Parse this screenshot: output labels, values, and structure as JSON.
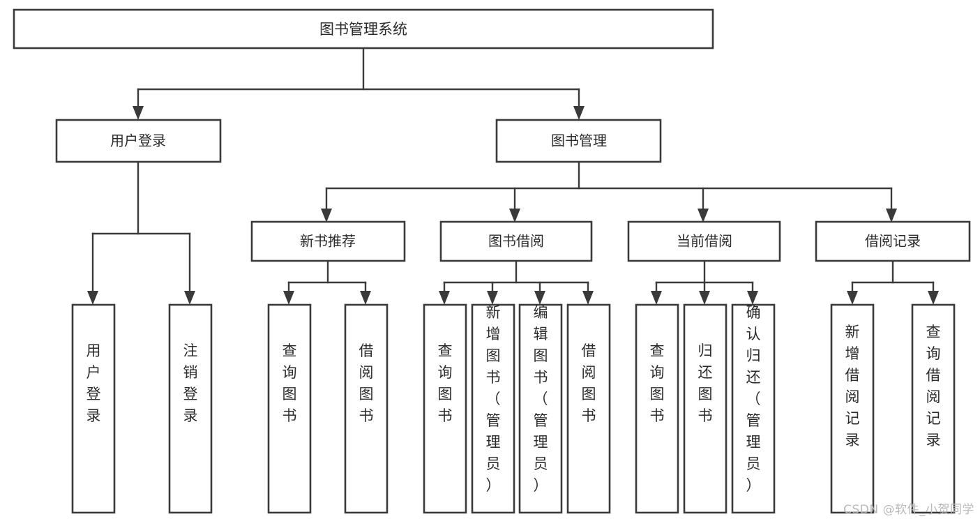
{
  "diagram": {
    "title": "图书管理系统",
    "type": "tree-hierarchy-chart",
    "root": {
      "label": "图书管理系统",
      "level": 0
    },
    "level1": [
      {
        "label": "用户登录"
      },
      {
        "label": "图书管理"
      }
    ],
    "level2": [
      {
        "label": "新书推荐",
        "parent": "图书管理"
      },
      {
        "label": "图书借阅",
        "parent": "图书管理"
      },
      {
        "label": "当前借阅",
        "parent": "图书管理"
      },
      {
        "label": "借阅记录",
        "parent": "图书管理"
      }
    ],
    "leaves": {
      "user_login": [
        {
          "label": "用户登录"
        },
        {
          "label": "注销登录"
        }
      ],
      "new_book_recommend": [
        {
          "label": "查询图书"
        },
        {
          "label": "借阅图书"
        }
      ],
      "book_borrow": [
        {
          "label": "查询图书"
        },
        {
          "label": "新增图书（管理员）"
        },
        {
          "label": "编辑图书（管理员）"
        },
        {
          "label": "借阅图书"
        }
      ],
      "current_borrow": [
        {
          "label": "查询图书"
        },
        {
          "label": "归还图书"
        },
        {
          "label": "确认归还（管理员）"
        }
      ],
      "borrow_record": [
        {
          "label": "新增借阅记录"
        },
        {
          "label": "查询借阅记录"
        }
      ]
    }
  },
  "watermark": {
    "text": "CSDN @软件_小贺同学"
  },
  "colors": {
    "box_stroke": "#3a3a3a",
    "box_fill": "#ffffff",
    "text": "#2b2b2b",
    "background": "#ffffff",
    "watermark": "#b9b9b9"
  }
}
